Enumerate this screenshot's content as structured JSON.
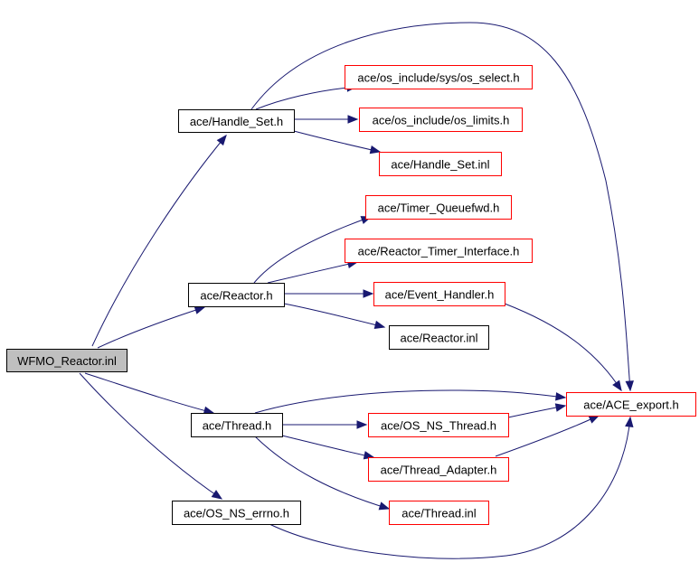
{
  "diagram": {
    "colors": {
      "edge": "#191970",
      "root_fill": "#bfbfbf",
      "black_border": "#000000",
      "red_border": "#ff0000",
      "node_fill": "#ffffff"
    },
    "nodes": [
      {
        "id": "wfmo",
        "label": "WFMO_Reactor.inl",
        "style": "root"
      },
      {
        "id": "handle_set_h",
        "label": "ace/Handle_Set.h",
        "style": "black"
      },
      {
        "id": "os_select",
        "label": "ace/os_include/sys/os_select.h",
        "style": "red"
      },
      {
        "id": "os_limits",
        "label": "ace/os_include/os_limits.h",
        "style": "red"
      },
      {
        "id": "handle_set_inl",
        "label": "ace/Handle_Set.inl",
        "style": "red"
      },
      {
        "id": "timer_queuefwd",
        "label": "ace/Timer_Queuefwd.h",
        "style": "red"
      },
      {
        "id": "reactor_timer_iface",
        "label": "ace/Reactor_Timer_Interface.h",
        "style": "red"
      },
      {
        "id": "reactor_h",
        "label": "ace/Reactor.h",
        "style": "black"
      },
      {
        "id": "event_handler",
        "label": "ace/Event_Handler.h",
        "style": "red"
      },
      {
        "id": "reactor_inl",
        "label": "ace/Reactor.inl",
        "style": "black"
      },
      {
        "id": "ace_export",
        "label": "ace/ACE_export.h",
        "style": "red"
      },
      {
        "id": "thread_h",
        "label": "ace/Thread.h",
        "style": "black"
      },
      {
        "id": "os_ns_thread",
        "label": "ace/OS_NS_Thread.h",
        "style": "red"
      },
      {
        "id": "thread_adapter",
        "label": "ace/Thread_Adapter.h",
        "style": "red"
      },
      {
        "id": "os_ns_errno",
        "label": "ace/OS_NS_errno.h",
        "style": "black"
      },
      {
        "id": "thread_inl",
        "label": "ace/Thread.inl",
        "style": "red"
      }
    ],
    "edges": [
      {
        "from": "wfmo",
        "to": "handle_set_h"
      },
      {
        "from": "wfmo",
        "to": "reactor_h"
      },
      {
        "from": "wfmo",
        "to": "thread_h"
      },
      {
        "from": "wfmo",
        "to": "os_ns_errno"
      },
      {
        "from": "handle_set_h",
        "to": "os_select"
      },
      {
        "from": "handle_set_h",
        "to": "os_limits"
      },
      {
        "from": "handle_set_h",
        "to": "handle_set_inl"
      },
      {
        "from": "handle_set_h",
        "to": "ace_export"
      },
      {
        "from": "reactor_h",
        "to": "timer_queuefwd"
      },
      {
        "from": "reactor_h",
        "to": "reactor_timer_iface"
      },
      {
        "from": "reactor_h",
        "to": "event_handler"
      },
      {
        "from": "reactor_h",
        "to": "reactor_inl"
      },
      {
        "from": "event_handler",
        "to": "ace_export"
      },
      {
        "from": "thread_h",
        "to": "ace_export"
      },
      {
        "from": "thread_h",
        "to": "os_ns_thread"
      },
      {
        "from": "thread_h",
        "to": "thread_adapter"
      },
      {
        "from": "thread_h",
        "to": "thread_inl"
      },
      {
        "from": "os_ns_thread",
        "to": "ace_export"
      },
      {
        "from": "thread_adapter",
        "to": "ace_export"
      },
      {
        "from": "os_ns_errno",
        "to": "ace_export"
      }
    ]
  }
}
